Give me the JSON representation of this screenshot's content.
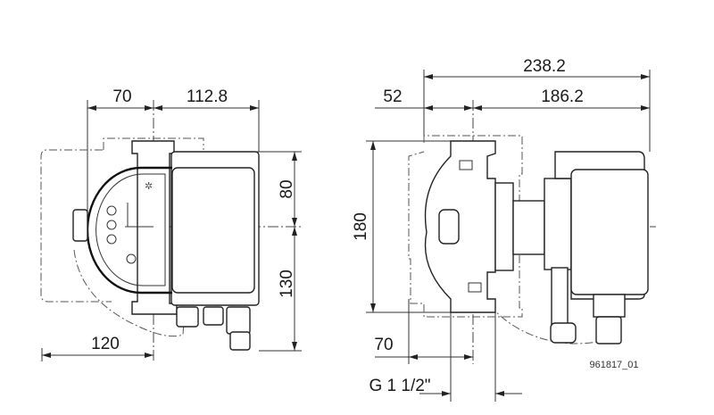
{
  "drawing": {
    "front_view": {
      "dims": {
        "inlet_offset": "70",
        "motor_length": "112.8",
        "upper_height": "80",
        "lower_height": "130",
        "rear_clearance": "120"
      }
    },
    "side_view": {
      "dims": {
        "overall_length": "238.2",
        "port_offset": "52",
        "motor_depth": "186.2",
        "port_to_port": "180",
        "body_half_width": "70",
        "thread": "G 1 1/2\""
      }
    },
    "reference_number": "961817_01"
  }
}
